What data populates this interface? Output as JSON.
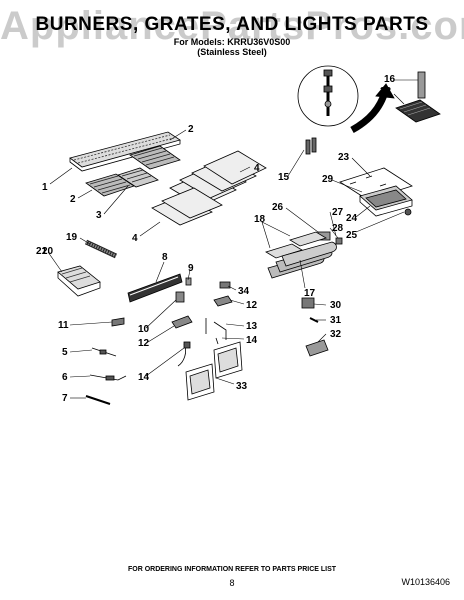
{
  "header": {
    "title": "BURNERS, GRATES, AND LIGHTS PARTS",
    "models_line": "For Models: KRRU36V0S00",
    "finish_line": "(Stainless Steel)"
  },
  "watermark": "AppliancePartsPros.com",
  "callouts": [
    "1",
    "2",
    "2",
    "3",
    "4",
    "4",
    "5",
    "6",
    "7",
    "8",
    "9",
    "10",
    "11",
    "12",
    "12",
    "13",
    "14",
    "14",
    "15",
    "16",
    "17",
    "18",
    "19",
    "20",
    "21",
    "22",
    "23",
    "24",
    "25",
    "26",
    "27",
    "28",
    "29",
    "30",
    "31",
    "32",
    "33",
    "34"
  ],
  "footer": {
    "ordering_note": "FOR ORDERING INFORMATION REFER TO PARTS PRICE LIST",
    "page_number": "8",
    "doc_id": "W10136406"
  }
}
